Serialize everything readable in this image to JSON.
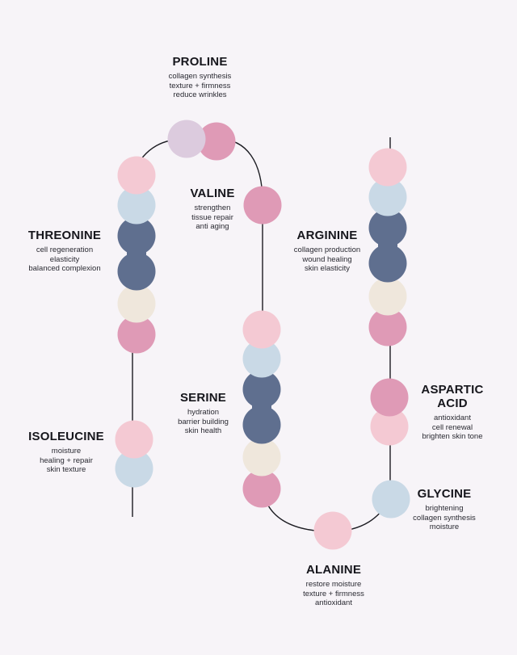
{
  "colors": {
    "background": "#f7f4f8",
    "light_pink": "#f4c9d3",
    "pink": "#df9ab6",
    "lavender": "#dccbde",
    "light_blue": "#c9d9e6",
    "navy": "#5f6f8f",
    "cream": "#efe7dc",
    "line": "#1c1c22"
  },
  "amino_acids": [
    {
      "name": "PROLINE",
      "lines": [
        "collagen synthesis",
        "texture + firmness",
        "reduce wrinkles"
      ]
    },
    {
      "name": "VALINE",
      "lines": [
        "strengthen",
        "tissue repair",
        "anti aging"
      ]
    },
    {
      "name": "THREONINE",
      "lines": [
        "cell regeneration",
        "elasticity",
        "balanced complexion"
      ]
    },
    {
      "name": "ARGININE",
      "lines": [
        "collagen production",
        "wound healing",
        "skin elasticity"
      ]
    },
    {
      "name": "SERINE",
      "lines": [
        "hydration",
        "barrier building",
        "skin health"
      ]
    },
    {
      "name": "ISOLEUCINE",
      "lines": [
        "moisture",
        "healing + repair",
        "skin texture"
      ]
    },
    {
      "name": "ASPARTIC",
      "name2": "ACID",
      "lines": [
        "antioxidant",
        "cell renewal",
        "brighten skin tone"
      ]
    },
    {
      "name": "GLYCINE",
      "lines": [
        "brightening",
        "collagen synthesis",
        "moisture"
      ]
    },
    {
      "name": "ALANINE",
      "lines": [
        "restore moisture",
        "texture + firmness",
        "antioxidant"
      ]
    }
  ]
}
